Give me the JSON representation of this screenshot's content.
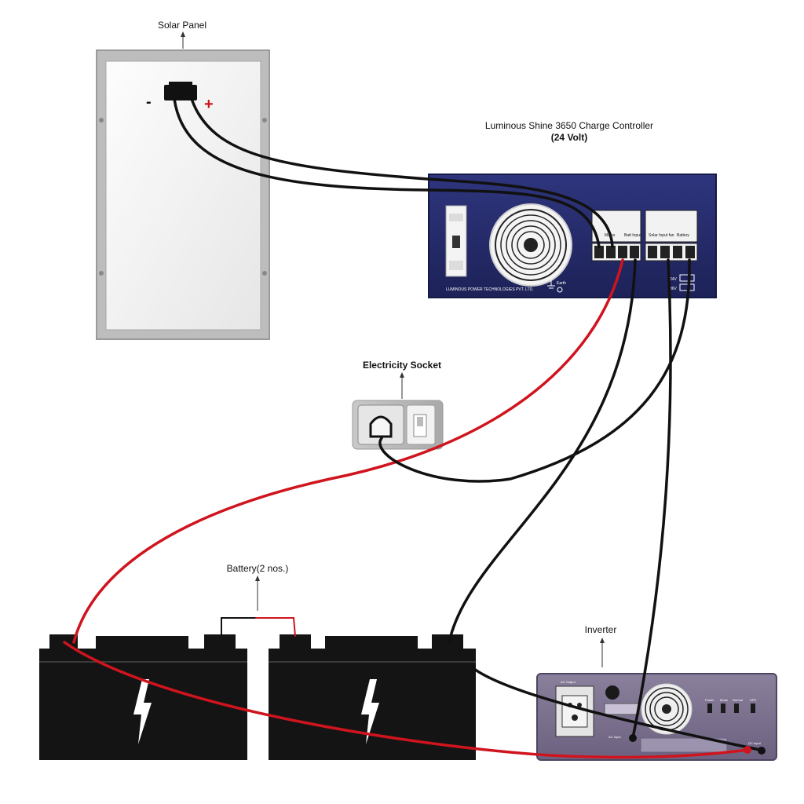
{
  "labels": {
    "solar_panel": "Solar Panel",
    "controller_name": "Luminous Shine 3650 Charge Controller",
    "controller_voltage": "(24 Volt)",
    "socket": "Electricity Socket",
    "battery": "Battery(2 nos.)",
    "inverter": "Inverter",
    "panel_minus": "-",
    "panel_plus": "+"
  },
  "controller": {
    "maker": "LUMINOUS POWER TECHNOLOGIES PVT. LTD.",
    "earth": "Earth",
    "mode_24": "24V",
    "mode_36": "36V",
    "terminal_solar": "Mains",
    "terminal_batt": "Batt Input",
    "terminal_inverter": "Solar Input fan",
    "terminal_load": "Battery"
  },
  "inverter": {
    "ac_input": "AC Input",
    "ac_output": "AC Output",
    "dc_input": "DC Input",
    "power": "Power",
    "mode": "Mode",
    "normal": "Normal",
    "ups": "UPS"
  },
  "colors": {
    "controller_body": "#252b6a",
    "wire_black": "#111111",
    "wire_red": "#d0141e",
    "inverter_body": "#7a6f8c",
    "battery_body": "#141414",
    "panel_frame": "#b7b7b7"
  }
}
